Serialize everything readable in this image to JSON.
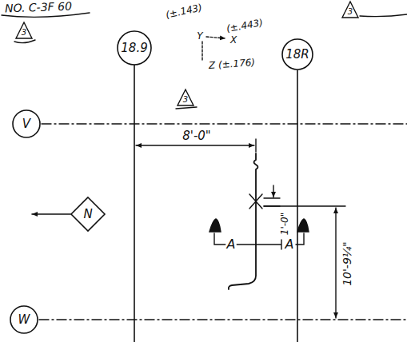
{
  "diagram": {
    "nodes": [
      {
        "text": [
          "18.9"
        ]
      },
      {
        "text": [
          "18R"
        ]
      },
      {
        "text": [
          "V"
        ]
      },
      {
        "text": [
          "N"
        ]
      },
      {
        "text": [
          "W"
        ]
      }
    ],
    "labels": [
      "NO. C-3F 60",
      "3",
      "(±.143)",
      "(±.443)",
      "3",
      "Y",
      "X",
      "3",
      "Z (±.176)",
      "8'-0\"",
      "1'-0\"",
      "A",
      "A",
      "10'-9¼\""
    ]
  }
}
